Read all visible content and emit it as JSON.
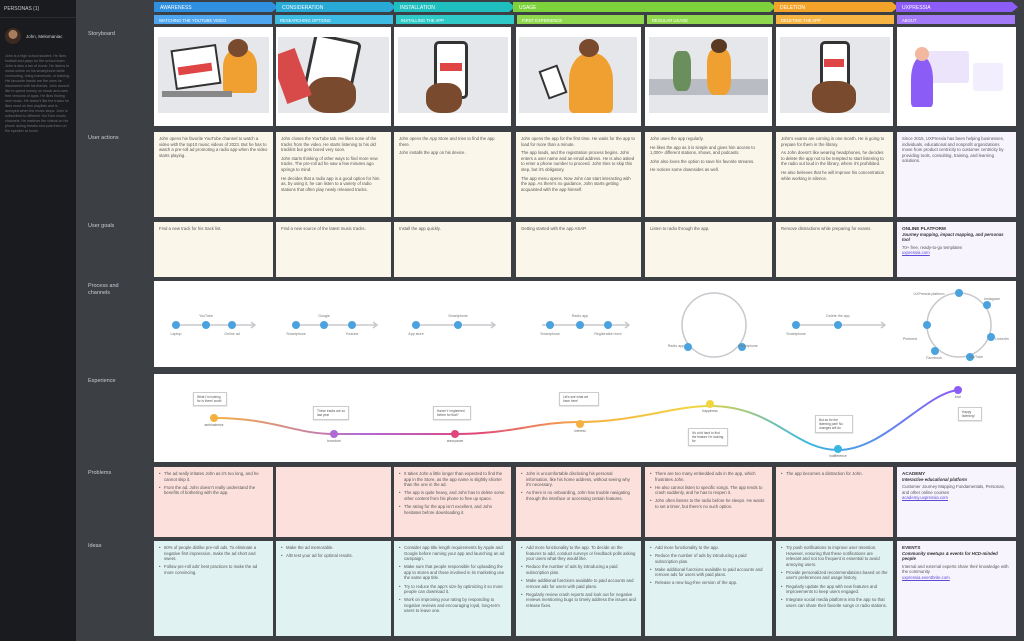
{
  "persona": {
    "header": "PERSONAS (1)",
    "name": "John, Melomaniac",
    "bio": "John is a high school student. He likes football and plays for the school team. John is also a fan of music. He listens to music online on his smartphone while commuting, doing homework, or training. His favourite bands are the ones he discovered with his friends. John doesn't like to spend money on music and uses free versions of apps. He likes finding new music. He doesn't like the tracks he likes most on free playlists and is annoyed when the music stops. John is subscribed to different YouTube music channels. He watches the videos on his phone during breaks and puts them on the speaker at home."
  },
  "row_labels": {
    "storyboard": "Storyboard",
    "actions": "User actions",
    "goals": "User goals",
    "process": "Process and channels",
    "experience": "Experience",
    "problems": "Problems",
    "ideas": "Ideas"
  },
  "stages": [
    {
      "label": "AWARENESS",
      "color": "#2f8fe0",
      "sub": "WATCHING THE YOUTUBE VIDEO",
      "sub_color": "#4da6ef"
    },
    {
      "label": "CONSIDERATION",
      "color": "#28a9d6",
      "sub": "RESEARCHING OPTIONS",
      "sub_color": "#3dbbe3"
    },
    {
      "label": "INSTALLATION",
      "color": "#20bfbf",
      "sub": "INSTALLING THE APP",
      "sub_color": "#2fcac8"
    },
    {
      "label": "USAGE",
      "color": "#7dd13a",
      "sub": "FIRST EXPERIENCE",
      "sub_color": "#8fd84e",
      "sub2": "REGULAR USAGE"
    },
    {
      "label": "DELETION",
      "color": "#f4a32a",
      "sub": "DELETING THE APP",
      "sub_color": "#f6b443"
    },
    {
      "label": "UXPRESSIA",
      "color": "#8b5cf6",
      "sub": "ABOUT",
      "sub_color": "#a27af7"
    }
  ],
  "actions": [
    [
      "John opens his favorite YouTube channel to watch a video with the top10 music videos of 2023. But he has to watch a pre-roll ad promoting a radio app when the video starts playing."
    ],
    [
      "John closes the YouTube tab. He likes none of the tracks from the video. He starts listening to his old tracklist but gets bored very soon.",
      "John starts thinking of other ways to find more new tracks. The pre-roll ad he saw a few minutes ago springs to mind.",
      "He decides that a radio app is a good option for him as, by using it, he can listen to a variety of radio stations that often play newly released tracks."
    ],
    [
      "John opens the App Store and tries to find the app there.",
      "John installs the app on his device."
    ],
    [
      "John opens the app for the first time. He waits for the app to load for more than a minute.",
      "The app loads, and the registration process begins. John enters a user name and an email address. He is also asked to enter a phone number to proceed. John tries to skip this step, but it's obligatory.",
      "The app menu opens. Now John can start interacting with the app. As there's no guidance, John starts getting acquainted with the app himself."
    ],
    [
      "John uses the app regularly.",
      "He likes the app as it is simple and gives him access to 1,000+ different stations, shows, and podcasts.",
      "John also loves the option to save his favorite streams.",
      "He notices some downsides as well."
    ],
    [
      "John's exams are coming in one month. He is going to prepare for them in the library.",
      "As John doesn't like wearing headphones, he decides to delete the app not to be tempted to start listening to the radio out loud in the library, where it's prohibited.",
      "He also believes that he will improve his concentration while working in silence."
    ]
  ],
  "goals": [
    "Find a new track for his track list.",
    "Find a new source of the latest music tracks.",
    "Install the app quickly.",
    "Getting started with the app ASAP.",
    "Listen to radio through the app.",
    "Remove distractions while preparing for exams."
  ],
  "about": {
    "intro": "Since 2015, UXPressia has been helping businesses, individuals, educational and nonprofit organizations move from product centricity to customer centricity by providing tools, consulting, training, and learning solutions.",
    "platform_title": "ONLINE PLATFORM",
    "platform_sub": "Journey mapping, impact mapping, and personas tool",
    "platform_text": "70+ free, ready-to-go templates",
    "platform_link": "uxpressia.com",
    "academy_title": "ACADEMY",
    "academy_sub": "Interactive educational platform",
    "academy_text": "Customer Journey Mapping Fundamentals, Personas, and other online courses",
    "academy_link": "academy.uxpressia.com",
    "events_title": "EVENTS",
    "events_sub": "Community meetups & events for HCD-minded people",
    "events_text": "Internal and external experts share their knowledge with the community",
    "events_link": "uxpressia.eventbrite.com"
  },
  "process": {
    "awareness": [
      "Laptop",
      "YouTube",
      "Online ad"
    ],
    "consideration": [
      "Smartphone",
      "Google",
      "Youtube"
    ],
    "installation": [
      "App store",
      "Smartphone"
    ],
    "usage_first": [
      "Smartphone",
      "Radio app",
      "Registration form"
    ],
    "usage_regular": [
      "Radio app",
      "Smartphone"
    ],
    "deletion": [
      "Smartphone",
      "Delete the app"
    ],
    "about": [
      "UXPressia platform",
      "Instagram",
      "LinkedIn",
      "YouTube",
      "Facebook",
      "Pinterest"
    ]
  },
  "experience": {
    "points": [
      {
        "label": "ambivalence",
        "color": "#f5b042"
      },
      {
        "label": "boredom",
        "color": "#b06ad6"
      },
      {
        "label": "annoyance",
        "color": "#e0457b"
      },
      {
        "label": "interest",
        "color": "#f5b042"
      },
      {
        "label": "happiness",
        "color": "#f2d640"
      },
      {
        "label": "indifference",
        "color": "#37b6e0"
      },
      {
        "label": "love",
        "color": "#8b5cf6"
      }
    ],
    "bubbles": [
      "What I'm looking for is there! world",
      "These tracks are so last year",
      "Haven't I registered before for that?",
      "Let's see what we have here!",
      "It's a bit hard to find the feature I'm looking for",
      "But as for the listening part! No changes will do",
      "Happy listening!"
    ]
  },
  "problems": [
    [
      "The ad really irritates John as it's too long, and he cannot skip it.",
      "From the ad, John doesn't really understand the benefits of bothering with the app."
    ],
    [],
    [
      "It takes John a little longer than expected to find the app in the Store, as the app name is slightly shorter than the one in the ad.",
      "The app is quite heavy, and John has to delete some other content from his phone to free up space.",
      "The rating for the app isn't excellent, and John hesitates before downloading it."
    ],
    [
      "John is uncomfortable disclosing his personal information, like his home address, without seeing why it's necessary.",
      "As there is no onboarding, John has trouble navigating through the interface or accessing certain features."
    ],
    [
      "There are too many embedded ads in the app, which frustrates John.",
      "He also cannot listen to specific songs. The app tends to crash suddenly, and he has to reopen it.",
      "John often listens to the radio before he sleeps. He wants to set a timer, but there's no such option."
    ],
    [
      "The app becomes a distraction for John."
    ]
  ],
  "ideas": [
    [
      "60% of people dislike pre-roll ads. To eliminate a negative first impression, make the ad short and sweet.",
      "Follow pre-roll ads' best practices to make the ad more convincing."
    ],
    [
      "Make the ad memorable.",
      "A/B test your ad for optimal results."
    ],
    [
      "Consider app title length requirements by Apple and Google before naming your app and launching an ad campaign.",
      "Make sure that people responsible for uploading the app to stores and those involved in its marketing use the same app title.",
      "Try to reduce the app's size by optimizing it so more people can download it.",
      "Work on improving your rating by responding to negative reviews and encouraging loyal, long-term users to leave one."
    ],
    [
      "Add more functionality to the app. To decide on the features to add, conduct surveys or feedback polls asking your users what they would like.",
      "Reduce the number of ads by introducing a paid subscription plan.",
      "Make additional functions available to paid accounts and remove ads for users with paid plans.",
      "Regularly review crash reports and look out for negative reviews mentioning bugs to timely address the issues and release fixes."
    ],
    [
      "Add more functionality to the app.",
      "Reduce the number of ads by introducing a paid subscription plan.",
      "Make additional functions available to paid accounts and remove ads for users with paid plans.",
      "Release a new bug-free version of the app."
    ],
    [
      "Try push notifications to improve user retention. However, ensuring that these notifications are relevant and not too frequent is essential to avoid annoying users.",
      "Provide personalized recommendations based on the user's preferences and usage history.",
      "Regularly update the app with new features and improvements to keep users engaged.",
      "Integrate social media platforms into the app so that users can share their favorite songs or radio stations."
    ]
  ]
}
